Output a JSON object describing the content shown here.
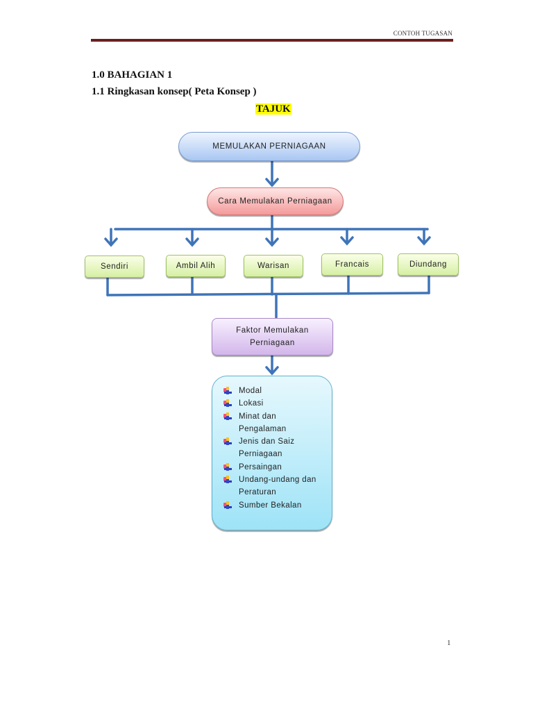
{
  "header": {
    "running_title": "CONTOH TUGASAN",
    "rule_color": "#6b1f1f"
  },
  "headings": {
    "section": "1.0 BAHAGIAN 1",
    "subsection": "1.1 Ringkasan konsep( Peta Konsep )",
    "title": "TAJUK",
    "title_highlight": "#ffff00"
  },
  "concept_map": {
    "root": "MEMULAKAN PERNIAGAAN",
    "method_node": "Cara Memulakan Perniagaan",
    "methods": [
      "Sendiri",
      "Ambil Alih",
      "Warisan",
      "Francais",
      "Diundang"
    ],
    "factor_node": "Faktor Memulakan Perniagaan",
    "factors": [
      "Modal",
      "Lokasi",
      "Minat dan Pengalaman",
      "Jenis dan Saiz Perniagaan",
      "Persaingan",
      "Undang-undang dan Peraturan",
      "Sumber Bekalan"
    ],
    "bullet_icon": "colored-arrow-bullet",
    "connector_color": "#3f74b8",
    "colors": {
      "root": "#a9c7f2",
      "method_node": "#f49a9a",
      "methods": "#d6efa4",
      "factor_node": "#d2b6ea",
      "factors_box": "#9ee3f7"
    }
  },
  "footer": {
    "page_number": "1"
  }
}
